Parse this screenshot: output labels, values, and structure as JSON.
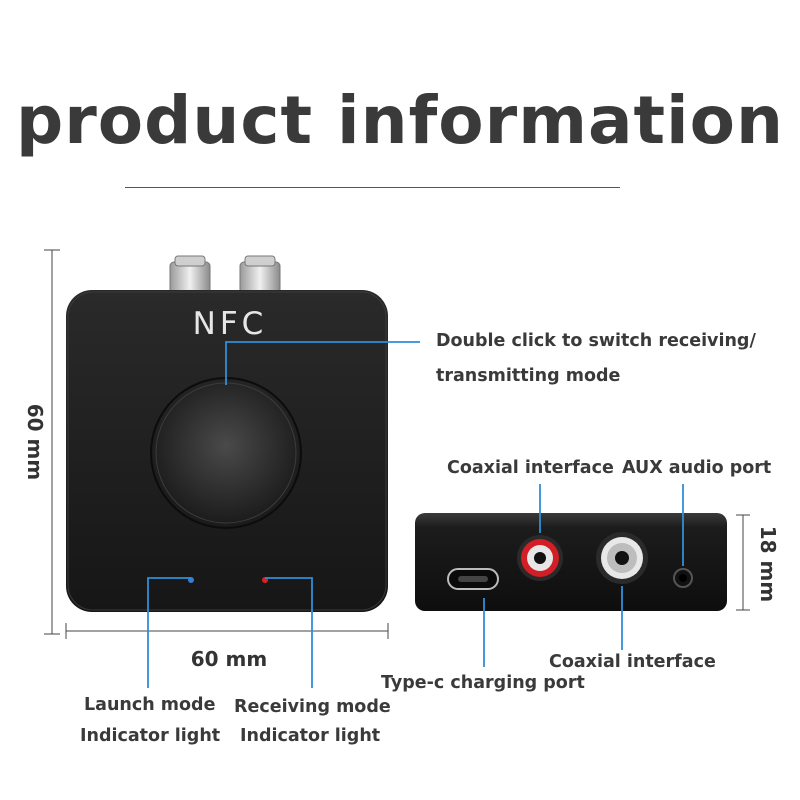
{
  "title": "product information",
  "nfc_label": "NFC",
  "dimensions": {
    "height": "60 mm",
    "width": "60 mm",
    "depth": "18 mm"
  },
  "callouts": {
    "button": [
      "Double click to switch receiving/",
      "transmitting mode"
    ],
    "coaxial_top": "Coaxial interface",
    "aux": "AUX audio port",
    "coaxial_bottom": "Coaxial interface",
    "typec": "Type-c charging port",
    "launch": [
      "Launch mode",
      "Indicator light"
    ],
    "receiving": [
      "Receiving mode",
      "Indicator light"
    ]
  },
  "colors": {
    "leader_line": "#2f8fd8",
    "device_body": "#1e1e1e",
    "rca_red": "#d21f26",
    "rca_white": "#e8e8e8",
    "led_blue": "#3a7bd5",
    "led_red": "#e02020"
  }
}
